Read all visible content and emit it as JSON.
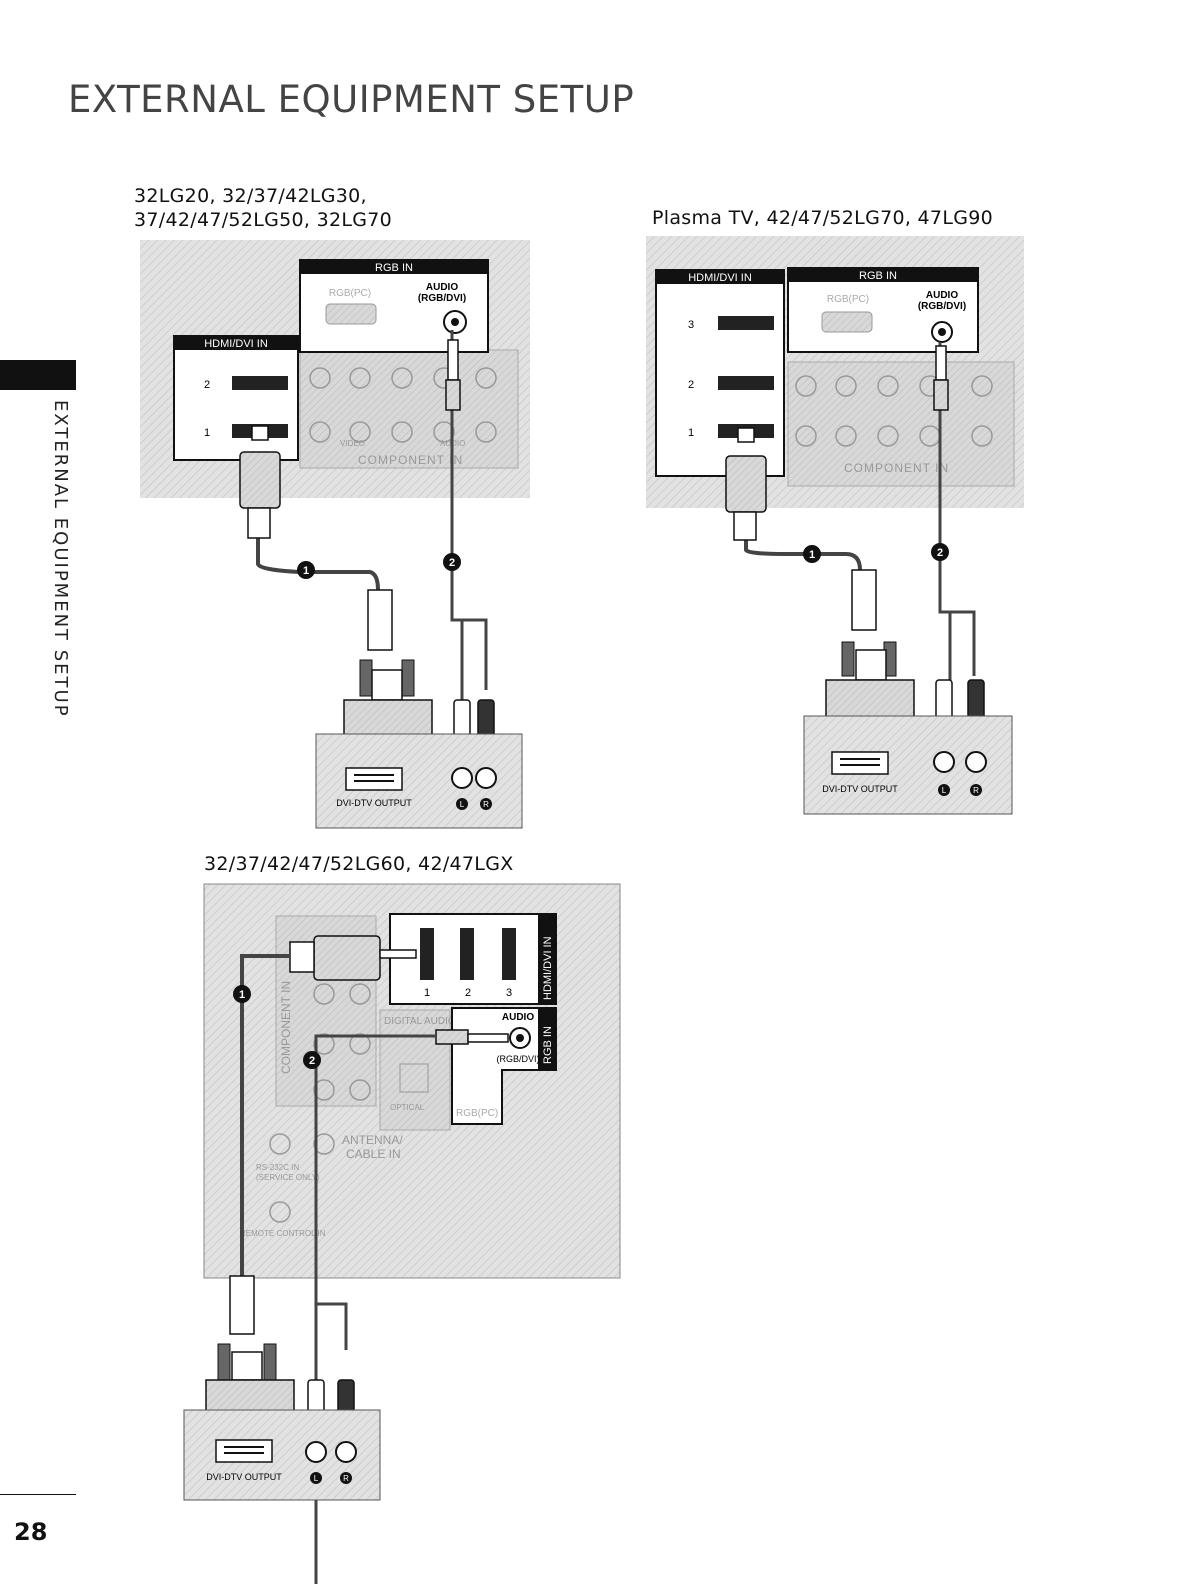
{
  "page": {
    "title": "EXTERNAL EQUIPMENT SETUP",
    "sidebar_text": "EXTERNAL EQUIPMENT SETUP",
    "page_number": "28"
  },
  "diagram_a": {
    "caption": "32LG20, 32/37/42LG30,\n37/42/47/52LG50, 32LG70",
    "rgb_in": "RGB IN",
    "rgb_pc": "RGB(PC)",
    "audio": "AUDIO",
    "audio_sub": "(RGB/DVI)",
    "hdmi_dvi_in": "HDMI/DVI IN",
    "port_2": "2",
    "port_1": "1",
    "video": "VIDEO",
    "audio_small": "AUDIO",
    "component_in": "COMPONENT IN",
    "callout_1": "1",
    "callout_2": "2",
    "dvi_dtv_output": "DVI-DTV OUTPUT",
    "left": "L",
    "right": "R"
  },
  "diagram_b": {
    "caption": "Plasma TV, 42/47/52LG70, 47LG90",
    "hdmi_dvi_in": "HDMI/DVI IN",
    "rgb_in": "RGB IN",
    "rgb_pc": "RGB(PC)",
    "audio": "AUDIO",
    "audio_sub": "(RGB/DVI)",
    "port_3": "3",
    "port_2": "2",
    "port_1": "1",
    "component_in": "COMPONENT IN",
    "callout_1": "1",
    "callout_2": "2",
    "dvi_dtv_output": "DVI-DTV OUTPUT",
    "left": "L",
    "right": "R"
  },
  "diagram_c": {
    "caption": "32/37/42/47/52LG60, 42/47LGX",
    "hdmi_dvi_in": "HDMI/DVI IN",
    "port_1": "1",
    "port_2": "2",
    "port_3": "3",
    "rgb_in": "RGB IN",
    "audio": "AUDIO",
    "audio_sub": "(RGB/DVI)",
    "digital_audio_out": "DIGITAL AUDIO OUT",
    "optical": "OPTICAL",
    "rgb_pc": "RGB(PC)",
    "component_in": "COMPONENT IN",
    "antenna": "ANTENNA/",
    "cable_in": "CABLE IN",
    "rs232c": "RS-232C IN",
    "service_only": "(SERVICE ONLY)",
    "remote_control_in": "REMOTE CONTROL IN",
    "callout_1": "1",
    "callout_2": "2",
    "dvi_dtv_output": "DVI-DTV OUTPUT",
    "left": "L",
    "right": "R"
  }
}
